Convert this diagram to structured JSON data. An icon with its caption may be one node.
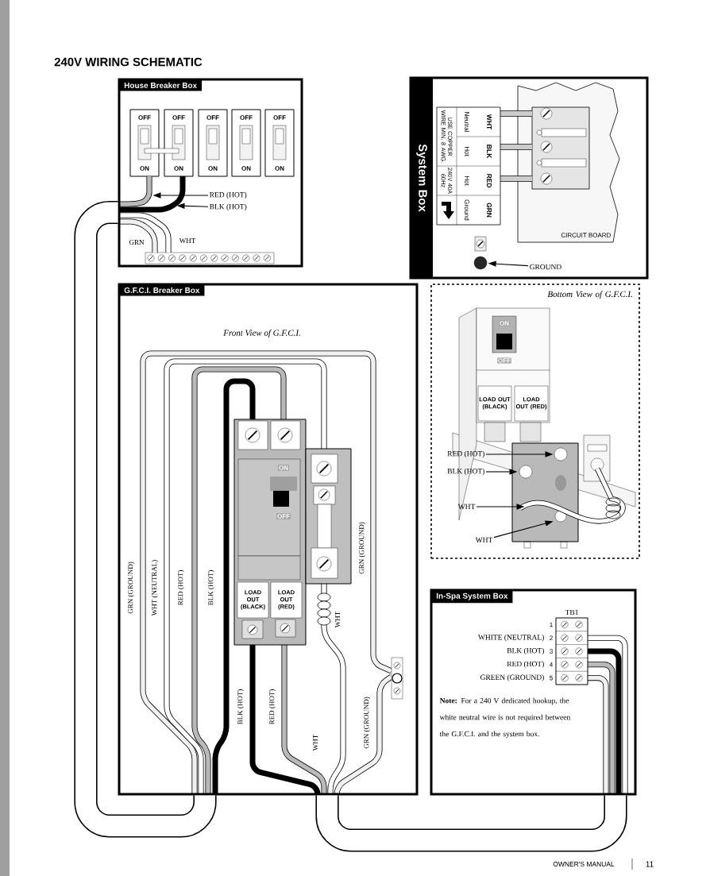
{
  "diagram": {
    "title": "240V WIRING SCHEMATIC",
    "nodes": [
      {
        "text": [
          "House Breaker Box"
        ]
      },
      {
        "text": [
          "RED (HOT)"
        ],
        "in": 0
      },
      {
        "text": [
          "BLK (HOT)"
        ],
        "in": 0
      },
      {
        "text": [
          "System Box"
        ]
      },
      {
        "text": [],
        "shape": "circle",
        "in": 3
      },
      {
        "text": [
          "GROUND"
        ],
        "in": 3
      },
      {
        "text": [
          "G.F.C.I. Breaker Box",
          "Front View of G.F.C.I."
        ]
      },
      {
        "text": [
          "Bottom View of G.F.C.I."
        ]
      },
      {
        "text": [
          "RED (HOT)"
        ],
        "in": 7
      },
      {
        "text": [
          "BLK (HOT)"
        ],
        "in": 7
      },
      {
        "text": [
          "WHT"
        ],
        "in": 7
      },
      {
        "text": [
          "WHT"
        ],
        "in": 7
      },
      {
        "text": [
          "In-Spa System Box"
        ]
      }
    ],
    "edges": [
      {
        "from": 1,
        "to": null,
        "arrow": "to"
      },
      {
        "from": 2,
        "to": null,
        "arrow": "to"
      },
      {
        "from": 5,
        "to": 4,
        "arrow": "to"
      },
      {
        "from": 8,
        "to": null,
        "arrow": "to"
      },
      {
        "from": 9,
        "to": null,
        "arrow": "to"
      },
      {
        "from": 10,
        "to": null,
        "arrow": "to"
      },
      {
        "from": 11,
        "to": null,
        "arrow": "to"
      },
      {
        "from": 0,
        "to": 6,
        "arrow": "none",
        "style": "thick"
      },
      {
        "from": 6,
        "to": 12,
        "arrow": "none",
        "style": "thick"
      }
    ],
    "labels": [
      "OFF",
      "OFF",
      "OFF",
      "OFF",
      "OFF",
      "ON",
      "ON",
      "ON",
      "ON",
      "ON",
      "GRN",
      "WHT",
      "USE COPPER WIRE MIN. 8 AWG.",
      "Neutral",
      "WHT",
      "Hot",
      "BLK",
      "240V 40A 60Hz",
      "Hot",
      "RED",
      "Ground",
      "GRN",
      "CIRCUIT BOARD",
      "GRN (GROUND)",
      "WHT (NEUTRAL)",
      "RED (HOT)",
      "BLK (HOT)",
      "ON",
      "OFF",
      "LOAD OUT (BLACK)",
      "LOAD OUT (RED)",
      "WHT",
      "GRN (GROUND)",
      "BLK (HOT)",
      "RED (HOT)",
      "WHT",
      "GRN (GROUND)",
      "ON",
      "OFF",
      "LOAD OUT (BLACK)",
      "LOAD OUT (RED)",
      "TB1",
      "1",
      "WHITE (NEUTRAL)",
      "2",
      "BLK (HOT)",
      "3",
      "RED (HOT)",
      "4",
      "GREEN (GROUND)",
      "5",
      "**Note:** For a 240 V dedicated hookup, the white neutral wire is not required between the G.F.C.I. and the system box.",
      "OWNER'S MANUAL",
      "11"
    ]
  }
}
